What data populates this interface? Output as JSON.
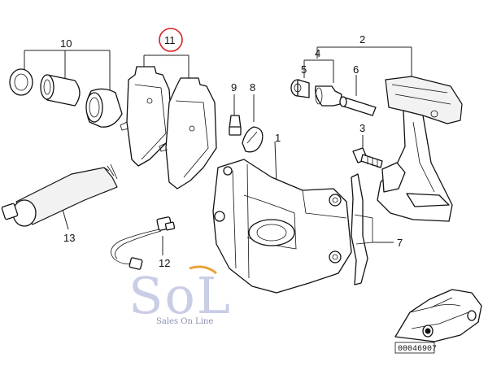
{
  "diagram": {
    "callouts": [
      "1",
      "2",
      "3",
      "4",
      "5",
      "6",
      "7",
      "8",
      "9",
      "10",
      "11",
      "12",
      "13"
    ],
    "highlight_callout": "11",
    "highlight_color": "#d62020"
  },
  "logo": {
    "text": "SoL",
    "subtitle": "Sales On Line",
    "accent_color": "#e8a33a"
  },
  "reference": {
    "code": "00046907"
  }
}
